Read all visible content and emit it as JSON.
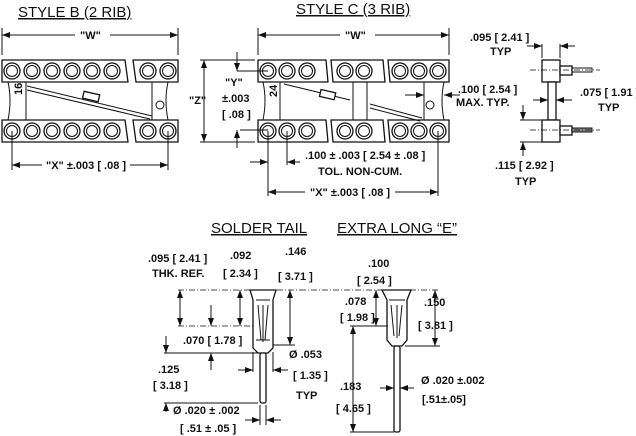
{
  "titles": {
    "style_b": "STYLE B (2 RIB)",
    "style_c": "STYLE C (3 RIB)",
    "solder_tail": "SOLDER TAIL",
    "extra_long": "EXTRA LONG “E”"
  },
  "style_b": {
    "w": "\"W\"",
    "x": "\"X\" ±.003 [ .08 ]",
    "pin_count": "16"
  },
  "style_c": {
    "w": "\"W\"",
    "z": "\"Z\"",
    "y": "\"Y\"",
    "y_tol": "±.003",
    "y_mm": "[ .08 ]",
    "pin_count": "24",
    "pitch": ".100 ± .003 [ 2.54 ± .08 ]",
    "pitch_note": "TOL. NON-CUM.",
    "x": "\"X\" ±.003 [ .08 ]",
    "rib": ".100 [ 2.54 ]",
    "rib_note": "MAX. TYP."
  },
  "side_view": {
    "top": ".095 [ 2.41 ]",
    "top_note": "TYP",
    "mid": ".075 [ 1.91 ]",
    "mid_note": "TYP",
    "bottom": ".115 [ 2.92 ]",
    "bottom_note": "TYP"
  },
  "solder_tail": {
    "thk": ".095 [ 2.41 ]",
    "thk_note": "THK. REF.",
    "d1": ".092",
    "d1_mm": "[ 2.34 ]",
    "d2": ".146",
    "d2_mm": "[ 3.71 ]",
    "d3": ".070 [ 1.78 ]",
    "d4": ".125",
    "d4_mm": "[ 3.18 ]",
    "dia": "Ø .053",
    "dia_mm": "[ 1.35 ]",
    "dia_note": "TYP",
    "tail": "Ø .020 ± .002",
    "tail_mm": "[ .51 ± .05 ]"
  },
  "extra_long": {
    "d1": ".100",
    "d1_mm": "[ 2.54 ]",
    "d2": ".078",
    "d2_mm": "[ 1.98 ]",
    "d3": ".150",
    "d3_mm": "[ 3.81 ]",
    "d4": ".183",
    "d4_mm": "[ 4.65 ]",
    "tail": "Ø .020 ±.002",
    "tail_mm": "[.51±.05]"
  }
}
